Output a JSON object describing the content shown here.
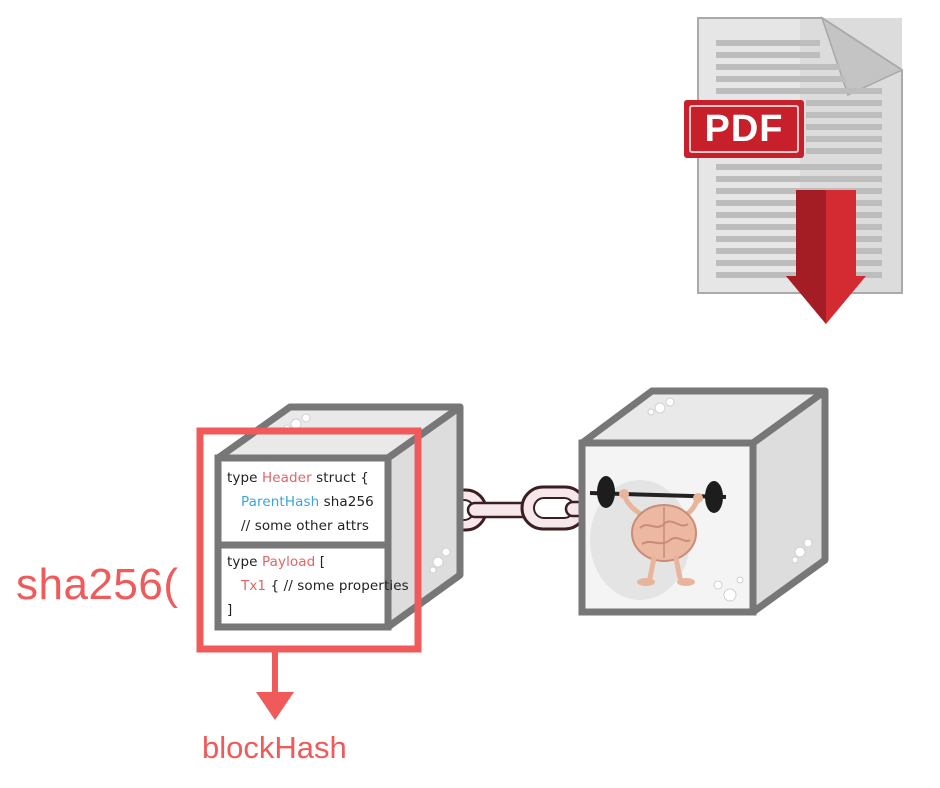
{
  "pdf_icon": {
    "label": "PDF",
    "accent": "#c8202a"
  },
  "hash_function_label": "sha256(",
  "output_label": "blockHash",
  "header_struct": {
    "line1_prefix": "type",
    "line1_name": "Header",
    "line1_suffix": "struct {",
    "line2_field": "ParentHash",
    "line2_type": "sha256",
    "line3_comment": "// some other attrs"
  },
  "payload_struct": {
    "line1_prefix": "type",
    "line1_name": "Payload",
    "line1_suffix": "[",
    "line2_name": "Tx1",
    "line2_rest": "{ // some properties",
    "line3_close": "]"
  },
  "colors": {
    "highlight": "#f05a5a",
    "cube_stroke": "#777777",
    "field_blue": "#3aa6d8",
    "type_red": "#e06666"
  }
}
